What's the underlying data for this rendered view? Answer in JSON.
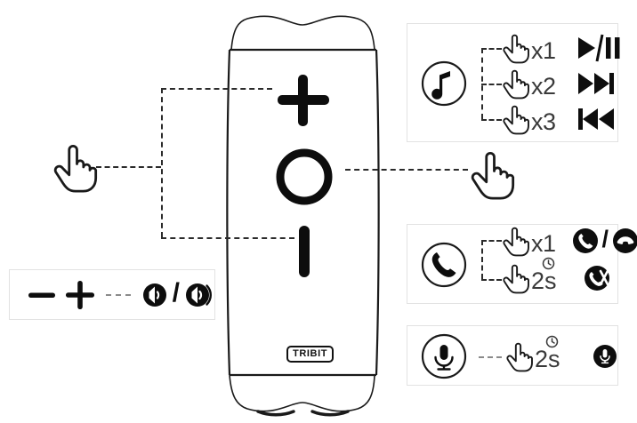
{
  "device": {
    "name": "Tribit portable bluetooth speaker",
    "brand_label": "TRIBIT",
    "buttons": [
      {
        "name": "volume-up-button",
        "glyph": "+"
      },
      {
        "name": "power-play-button",
        "glyph": "O"
      },
      {
        "name": "volume-down-button",
        "glyph": "—"
      }
    ]
  },
  "gestures": {
    "hand_left": "hand-pointer-icon",
    "hand_right": "hand-pointer-icon"
  },
  "panels": {
    "volume": {
      "name": "volume-legend-panel",
      "minus_label": "—",
      "plus_label": "+",
      "result_label": "◂ / ◂))",
      "result_icons": [
        "volume-down-icon",
        "volume-up-icon"
      ],
      "separator": "/"
    },
    "music": {
      "name": "music-controls-panel",
      "source_icon": "music-note-icon",
      "rows": [
        {
          "taps": "x1",
          "icon_name": "play-pause-icon",
          "symbol": "▶/II",
          "action": "play / pause"
        },
        {
          "taps": "x2",
          "icon_name": "next-track-icon",
          "symbol": "▶▶|",
          "action": "next track"
        },
        {
          "taps": "x3",
          "icon_name": "previous-track-icon",
          "symbol": "|◀◀",
          "action": "previous track"
        }
      ]
    },
    "call": {
      "name": "call-controls-panel",
      "source_icon": "phone-handset-icon",
      "rows": [
        {
          "taps": "x1",
          "icon_name": "answer-hangup-icon",
          "symbol": "☎ / ☎",
          "separator": "/",
          "action": "answer / hang up"
        },
        {
          "taps": "2s",
          "hold": true,
          "clock": "clock-icon",
          "icon_name": "reject-call-icon",
          "symbol": "⊗",
          "action": "reject call"
        }
      ]
    },
    "voice": {
      "name": "voice-assistant-panel",
      "source_icon": "microphone-icon",
      "rows": [
        {
          "taps": "2s",
          "hold": true,
          "clock": "clock-icon",
          "icon_name": "microphone-filled-icon",
          "action": "voice assistant"
        }
      ]
    }
  },
  "colors": {
    "ink": "#111111",
    "dash": "#2b2b2b",
    "panel_border": "#e2e2e2",
    "text": "#3a3a3a",
    "outline": "#1a1a1a"
  }
}
